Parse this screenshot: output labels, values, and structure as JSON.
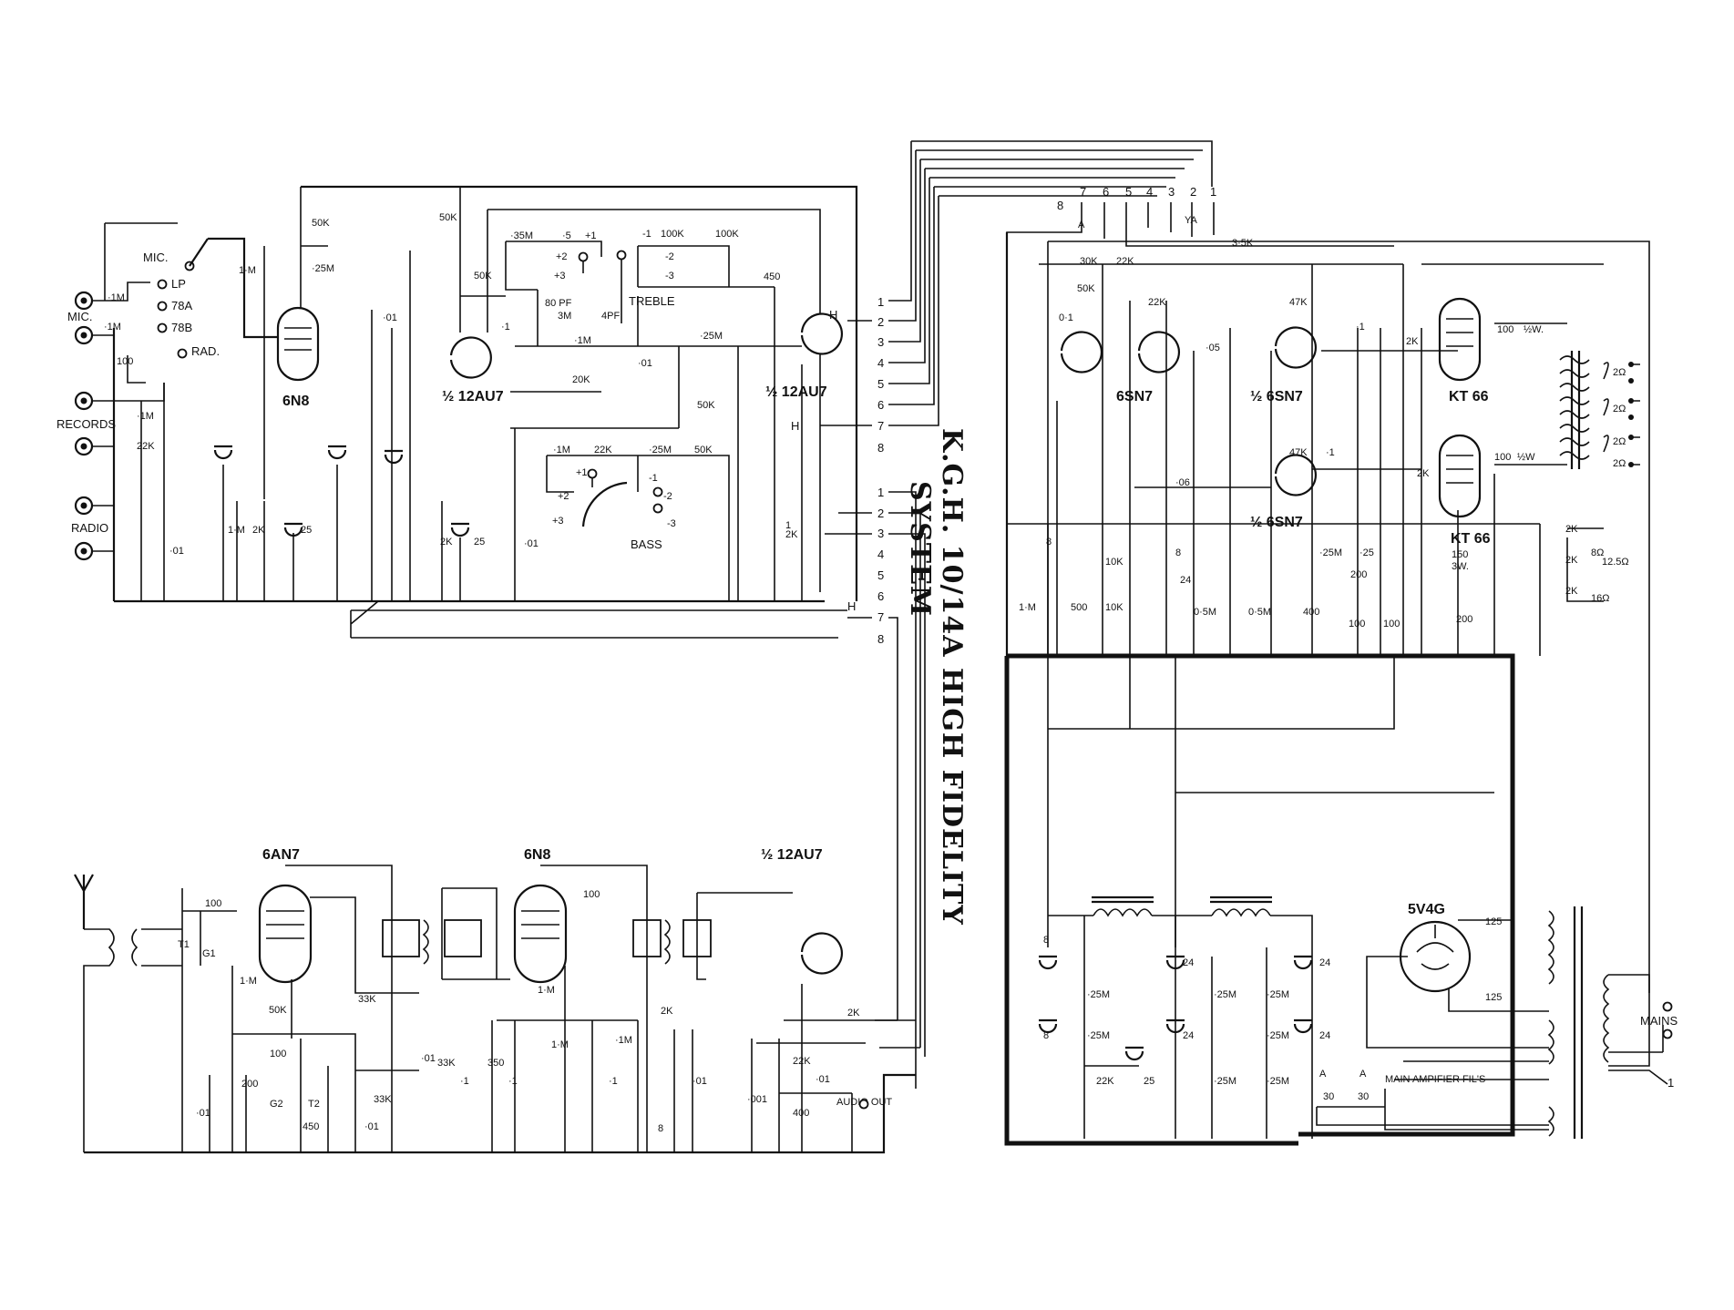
{
  "title": {
    "line1": "K.G.H. 10/14A HIGH FIDELITY",
    "line2": "SYSTEM"
  },
  "preamp": {
    "tubes": {
      "v1": "6N8",
      "v2": "½ 12AU7",
      "v3": "½ 12AU7"
    },
    "inputs": {
      "mic": "MIC.",
      "records": "RECORDS",
      "radio": "RADIO"
    },
    "selector": {
      "mic": "MIC.",
      "lp": "LP",
      "s78a": "78A",
      "s78b": "78B",
      "rad": "RAD."
    },
    "tone": {
      "treble": "TREBLE",
      "bass": "BASS"
    },
    "values": {
      "r1M_a": "·1M",
      "r1M_b": "·1M",
      "c100": "100",
      "r1M_c": "·1M",
      "r22K_a": "22K",
      "c01_a": "·01",
      "r1M_d": "1·M",
      "r50K_a": "50K",
      "r25M_a": "·25M",
      "c01_b": "·01",
      "r1M_e": "1·M",
      "r2K_a": "2K",
      "c25_a": "25",
      "r50K_b": "50K",
      "r50K_c": "50K",
      "c1_a": "·1",
      "r2K_b": "2K",
      "c25_b": "25",
      "c01_c": "·01",
      "r35M": "·35M",
      "t5": "·5",
      "t1": "+1",
      "t2": "+2",
      "t3": "+3",
      "c80": "80 PF",
      "r3M": "3M",
      "c4pf": "4PF",
      "r1M_f": "·1M",
      "tm1": "-1",
      "r100K_a": "100K",
      "r100K_b": "100K",
      "tm2": "-2",
      "tm3": "-3",
      "c450": "450",
      "c01_d": "·01",
      "r25M_b": "·25M",
      "r20K": "20K",
      "r50K_d": "50K",
      "b1M": "·1M",
      "b22K": "22K",
      "bp1": "+1",
      "bp2": "+2",
      "bp3": "+3",
      "b25M": "·25M",
      "b50K": "50K",
      "bm1": "-1",
      "bm2": "-2",
      "bm3": "-3",
      "c1_b": "1",
      "r2K_c": "2K"
    }
  },
  "connector": {
    "upper": [
      "1",
      "2",
      "3",
      "4",
      "5",
      "6",
      "7",
      "8"
    ],
    "lower": [
      "1",
      "2",
      "3",
      "4",
      "5",
      "6",
      "7",
      "8"
    ],
    "h": "H",
    "top": [
      "8",
      "7",
      "6",
      "5",
      "4",
      "3",
      "2",
      "1"
    ],
    "top_a": "A",
    "top_ya": "YA"
  },
  "tuner": {
    "tubes": {
      "v1": "6AN7",
      "v2": "6N8",
      "v3": "½ 12AU7"
    },
    "labels": {
      "t1": "T1",
      "g1": "G1",
      "g2": "G2",
      "t2": "T2",
      "audio_out": "AUDIO OUT"
    },
    "values": {
      "c100_a": "100",
      "r1M_a": "1·M",
      "r50K": "50K",
      "c100_b": "100",
      "r33K_a": "33K",
      "r33K_b": "33K",
      "c200": "200",
      "c450": "450",
      "c01_a": "·01",
      "c01_b": "·01",
      "c01_c": "·01",
      "c01_d": "·01",
      "r33K_c": "33K",
      "c1_a": "·1",
      "r350": "350",
      "c1_b": "·1",
      "r1M_b": "1·M",
      "c100_c": "100",
      "r1M_c": "1·M",
      "c1_c": "·1",
      "r1M_d": "·1M",
      "r2K": "2K",
      "c8": "8",
      "r2K_b": "2K",
      "r22K": "22K",
      "c001": "·001",
      "r400": "400",
      "c01_e": "·01"
    }
  },
  "power_amp": {
    "tubes": {
      "v1": "6SN7",
      "v2": "½ 6SN7",
      "v3": "½ 6SN7",
      "v4": "KT 66",
      "v5": "KT 66"
    },
    "values": {
      "r35K": "3·5K",
      "r30K": "30K",
      "r22K_a": "22K",
      "r50K": "50K",
      "r22K_b": "22K",
      "r47K_a": "47K",
      "c0_1": "0·1",
      "c05": "·05",
      "c1_a": "·1",
      "r2K_a": "2K",
      "r100_a": "100",
      "r_half_w_a": "½W.",
      "r47K_b": "47K",
      "c06": "·06",
      "c1_b": "·1",
      "r2K_b": "2K",
      "r100_b": "100",
      "r_half_w_b": "½W",
      "c8": "8",
      "r1M": "1·M",
      "r500": "500",
      "r10K_a": "10K",
      "r10K_b": "10K",
      "c8_b": "8",
      "c24": "24",
      "r05M_a": "0·5M",
      "r05M_b": "0·5M",
      "r400": "400",
      "r25M_a": "·25M",
      "r25M_b": "·25",
      "r200_a": "200",
      "r100_c": "100",
      "r100_d": "100",
      "r150": "150",
      "r3w": "3W.",
      "r200_b": "200",
      "o2a": "2Ω",
      "o2b": "2Ω",
      "o2c": "2Ω",
      "o2d": "2Ω",
      "r2K_c": "2K",
      "r2K_d": "2K",
      "r2K_e": "2K",
      "o8": "8Ω",
      "o125": "12.5Ω",
      "o16": "16Ω"
    }
  },
  "psu": {
    "tube": "5V4G",
    "labels": {
      "mains": "MAINS",
      "main_fil": "MAIN AMPIFIER FIL'S",
      "a1": "A",
      "a2": "A",
      "one": "1"
    },
    "values": {
      "c8_a": "8",
      "c8_b": "8",
      "r25M_a": "·25M",
      "r25M_b": "·25M",
      "r22K": "22K",
      "c25": "25",
      "c24_a": "24",
      "c24_b": "24",
      "c24_c": "24",
      "c24_d": "24",
      "r25M_c": "·25M",
      "r25M_d": "·25M",
      "r25M_e": "·25M",
      "r25M_f": "·25M",
      "r25M_g": "·25M",
      "r125_a": "125",
      "r125_b": "125",
      "r30_a": "30",
      "r30_b": "30"
    }
  }
}
